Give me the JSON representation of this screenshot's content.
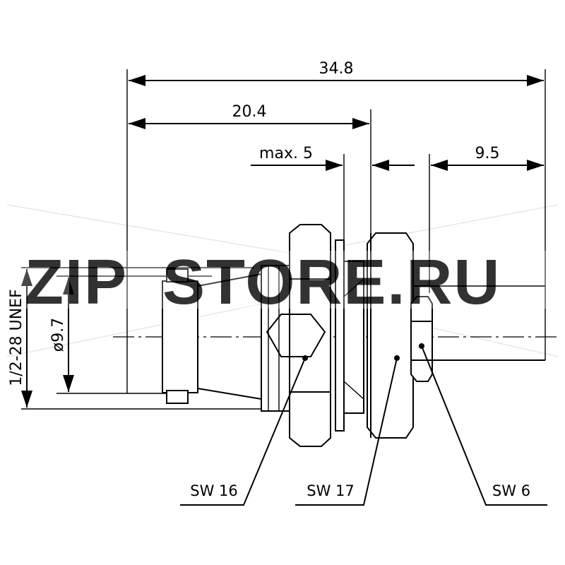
{
  "dimensions": {
    "overall_length": "34.8",
    "body_length": "20.4",
    "panel_thickness": "max. 5",
    "pin_length": "9.5",
    "diameter": "ø9.7",
    "thread": "1/2-28 UNEF"
  },
  "wrench_labels": {
    "nut": "SW 16",
    "flange": "SW 17",
    "pin": "SW 6"
  },
  "watermark": {
    "part1": "ZIP",
    "part2": "STORE.RU",
    "color1": "#f5a623",
    "color2": "#b0b0b0"
  }
}
